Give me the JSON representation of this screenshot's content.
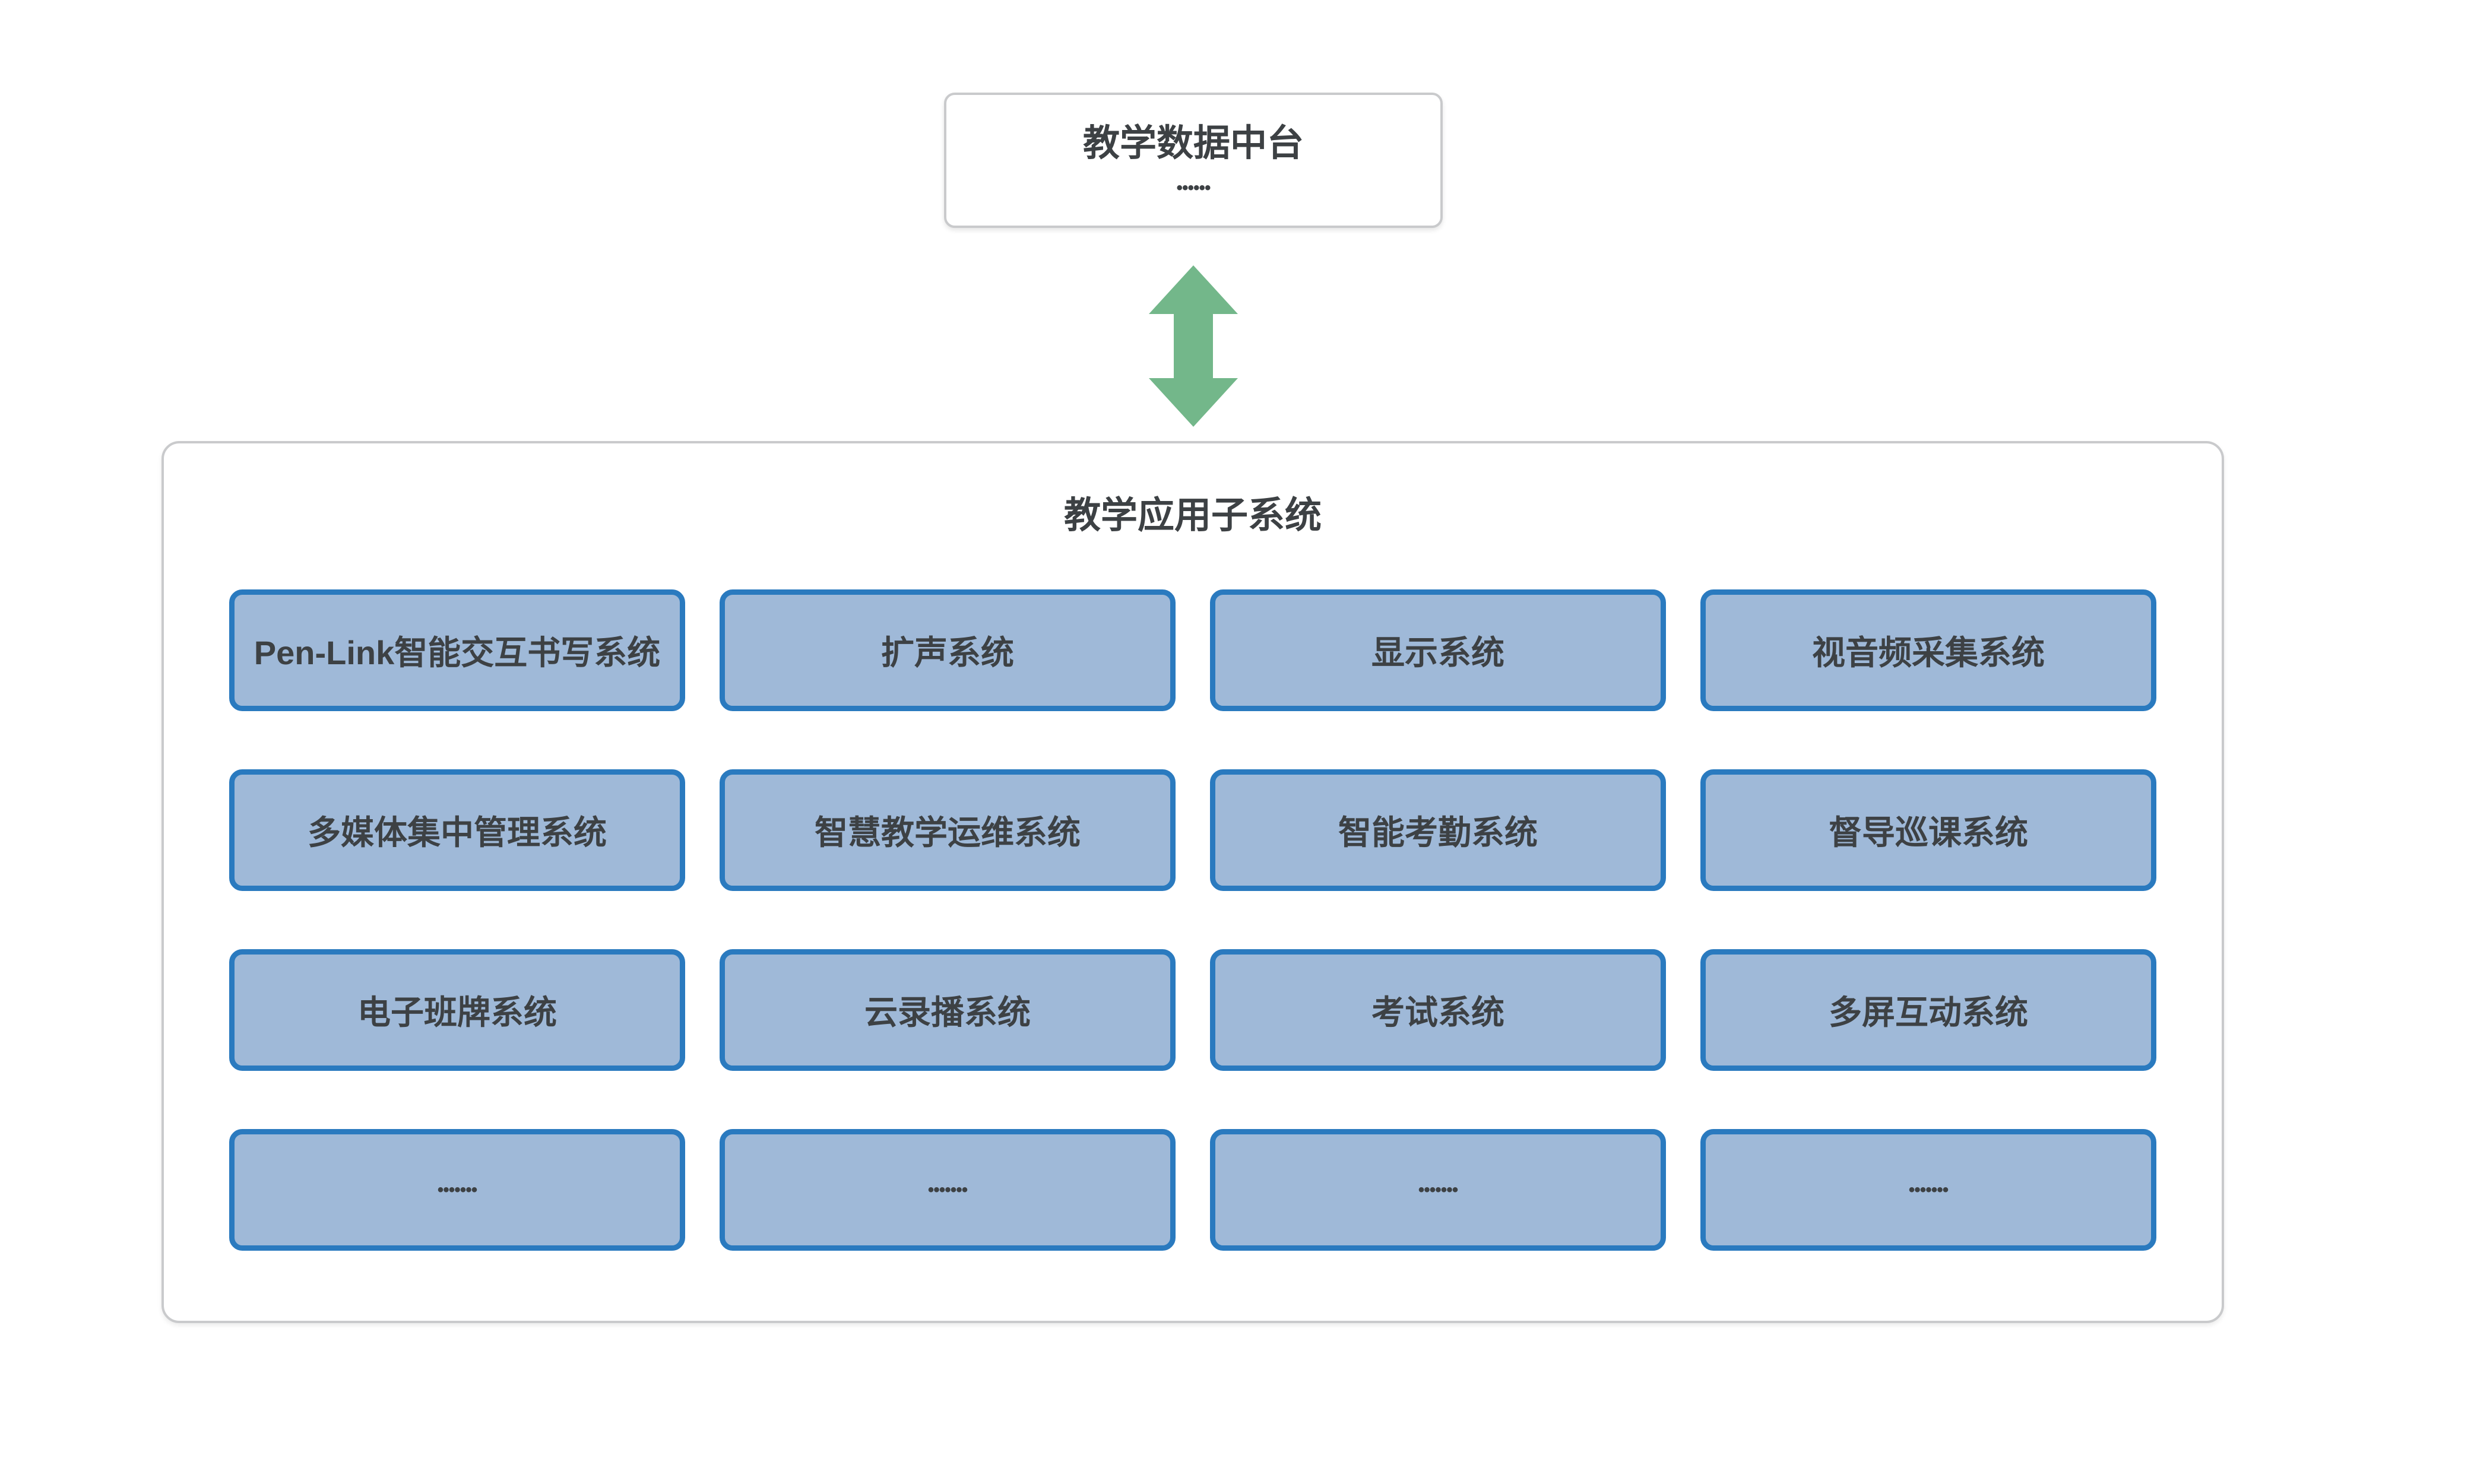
{
  "diagram": {
    "top_box": {
      "title": "教学数据中台",
      "dots": "••••••"
    },
    "arrow": {
      "type": "bidirectional-vertical",
      "color": "#73B78A"
    },
    "panel": {
      "title": "教学应用子系统",
      "rows": [
        [
          "Pen-Link智能交互书写系统",
          "扩声系统",
          "显示系统",
          "视音频采集系统"
        ],
        [
          "多媒体集中管理系统",
          "智慧教学运维系统",
          "智能考勤系统",
          "督导巡课系统"
        ],
        [
          "电子班牌系统",
          "云录播系统",
          "考试系统",
          "多屏互动系统"
        ],
        [
          "•••••••",
          "•••••••",
          "•••••••",
          "•••••••"
        ]
      ]
    },
    "colors": {
      "box_fill": "#9FB9D8",
      "box_border": "#2A7ABF",
      "outline_gray": "#C9CACC",
      "arrow_green": "#73B78A",
      "text_dark": "#3D4144"
    }
  }
}
